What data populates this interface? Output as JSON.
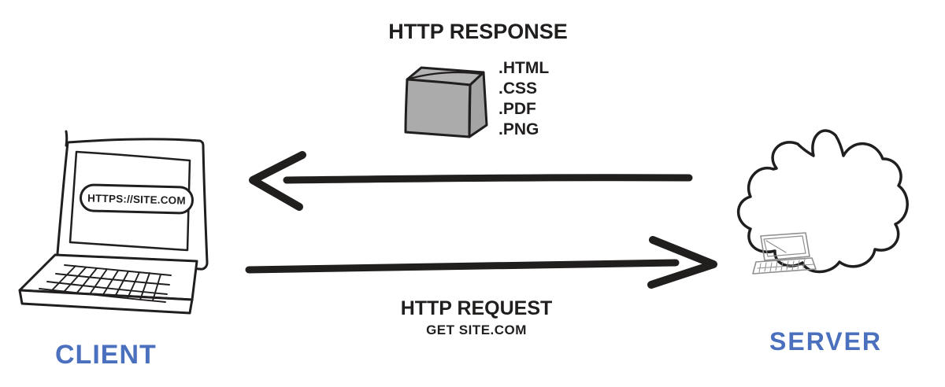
{
  "client": {
    "label": "CLIENT",
    "browser_url": "HTTPS://SITE.COM"
  },
  "server": {
    "label": "SERVER"
  },
  "response": {
    "title": "HTTP RESPONSE",
    "file_types": [
      ".HTML",
      ".CSS",
      ".PDF",
      ".PNG"
    ]
  },
  "request": {
    "title": "HTTP REQUEST",
    "detail": "GET SITE.COM"
  },
  "icons": {
    "client_icon": "laptop-sketch",
    "server_icon": "cloud-with-mini-laptop-sketch",
    "response_payload_icon": "package-cube",
    "response_arrow": "arrow-left",
    "request_arrow": "arrow-right"
  },
  "colors": {
    "label_blue": "#4b70bd",
    "ink": "#211e1e",
    "cube_gray": "#ababab"
  }
}
